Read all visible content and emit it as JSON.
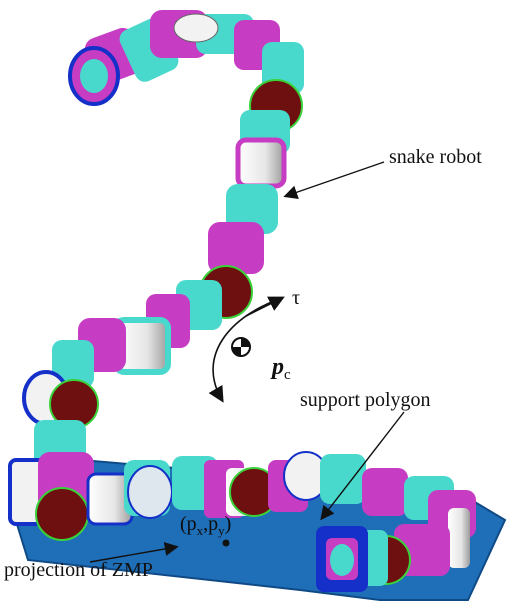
{
  "labels": {
    "snake_robot": "snake robot",
    "support_polygon": "support polygon",
    "tau": "τ",
    "pc_main": "p",
    "pc_sub": "c",
    "point_open": "(p",
    "point_x_sub": "x",
    "point_comma": ",p",
    "point_y_sub": "y",
    "point_close": ")",
    "projection": "projection of ZMP"
  },
  "colors": {
    "ground_fill": "#1f6fb8",
    "ground_edge": "#0f4a86",
    "magenta": "#c63cc2",
    "cyan": "#49d9cc",
    "white_body": "#f2f2f2",
    "joint_disc": "#6e1010",
    "blue_ring": "#1530c8",
    "green_detail": "#3ad23a",
    "dark": "#111111"
  },
  "icons": {
    "com_marker": "center-of-mass-icon",
    "torque_arrow": "curved-arrow-icon"
  }
}
